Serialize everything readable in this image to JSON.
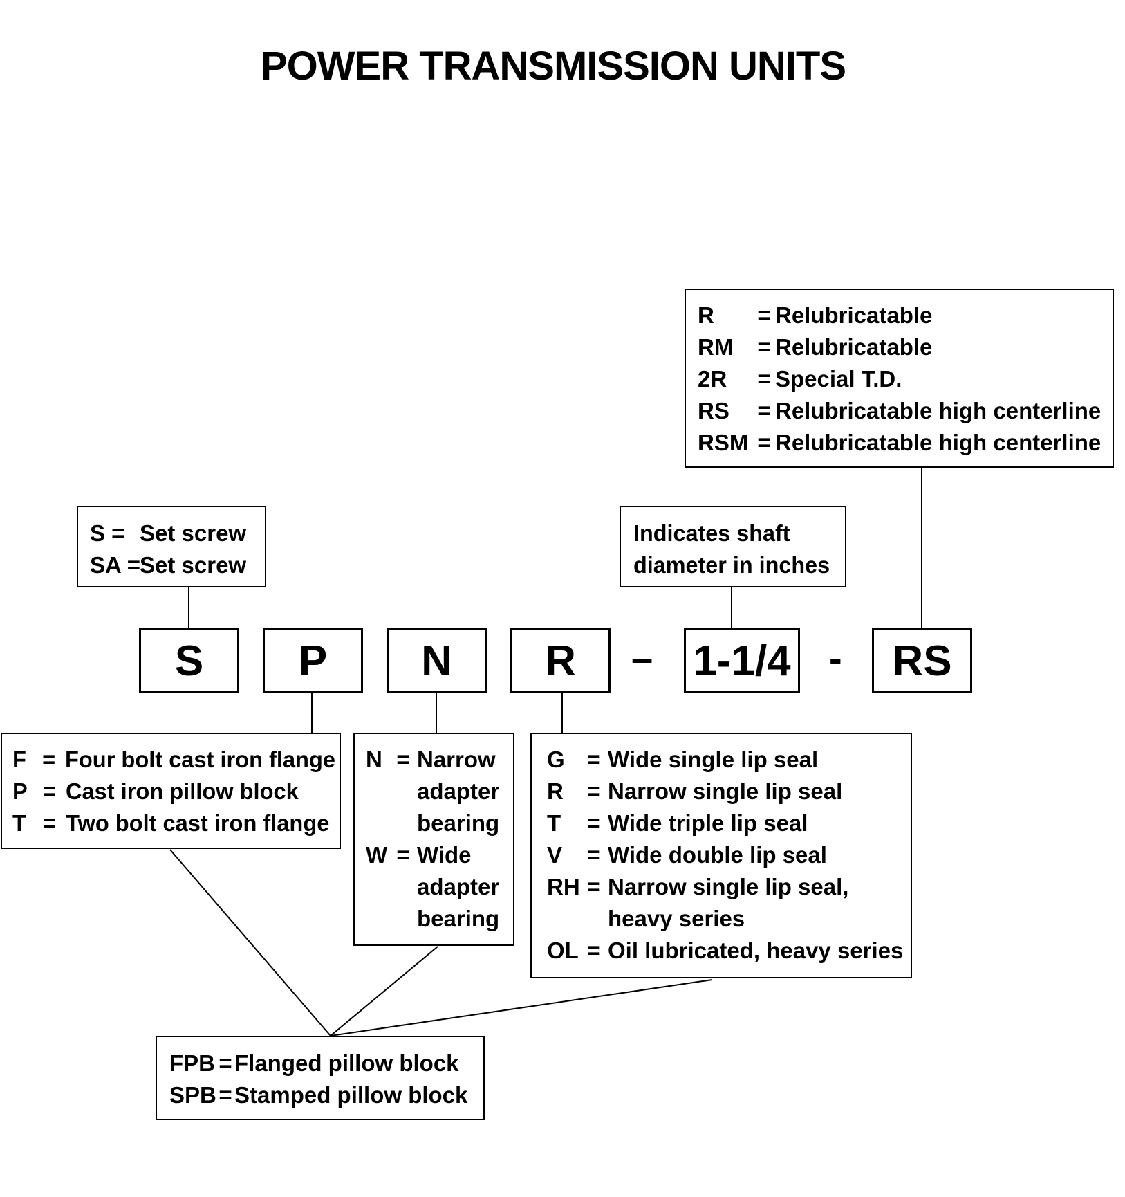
{
  "title": "POWER TRANSMISSION UNITS",
  "part_number": {
    "segments": [
      "S",
      "P",
      "N",
      "R",
      "1-1/4",
      "RS"
    ],
    "separators": [
      "–",
      "-"
    ]
  },
  "legends": {
    "lock": [
      {
        "code": "S =",
        "desc": "Set screw"
      },
      {
        "code": "SA =",
        "desc": "Set screw"
      }
    ],
    "shaft": [
      "Indicates shaft",
      "diameter in inches"
    ],
    "option": [
      {
        "code": "R",
        "eq": "=",
        "desc": "Relubricatable"
      },
      {
        "code": "RM",
        "eq": "=",
        "desc": "Relubricatable"
      },
      {
        "code": "2R",
        "eq": "=",
        "desc": "Special T.D."
      },
      {
        "code": "RS",
        "eq": "=",
        "desc": "Relubricatable high centerline"
      },
      {
        "code": "RSM",
        "eq": "=",
        "desc": "Relubricatable high centerline"
      }
    ],
    "housing": [
      {
        "code": "F",
        "eq": "=",
        "desc": "Four bolt cast iron flange"
      },
      {
        "code": "P",
        "eq": "=",
        "desc": "Cast iron pillow block"
      },
      {
        "code": "T",
        "eq": "=",
        "desc": "Two bolt cast iron flange"
      }
    ],
    "width": [
      {
        "code": "N",
        "eq": "=",
        "desc": "Narrow"
      },
      {
        "code": "",
        "eq": "",
        "desc": "adapter"
      },
      {
        "code": "",
        "eq": "",
        "desc": "bearing"
      },
      {
        "code": "W",
        "eq": "=",
        "desc": "Wide"
      },
      {
        "code": "",
        "eq": "",
        "desc": "adapter"
      },
      {
        "code": "",
        "eq": "",
        "desc": "bearing"
      }
    ],
    "seal": [
      {
        "code": "G",
        "eq": "=",
        "desc": "Wide single lip seal"
      },
      {
        "code": "R",
        "eq": "=",
        "desc": "Narrow single lip seal"
      },
      {
        "code": "T",
        "eq": "=",
        "desc": "Wide triple lip seal"
      },
      {
        "code": "V",
        "eq": "=",
        "desc": "Wide double lip seal"
      },
      {
        "code": "RH",
        "eq": "=",
        "desc": "Narrow single lip seal,"
      },
      {
        "code": "",
        "eq": "",
        "desc": "heavy series"
      },
      {
        "code": "OL",
        "eq": "=",
        "desc": "Oil lubricated, heavy series"
      }
    ],
    "stamped": [
      {
        "code": "FPB",
        "eq": "=",
        "desc": "Flanged pillow block"
      },
      {
        "code": "SPB",
        "eq": "=",
        "desc": "Stamped pillow block"
      }
    ]
  }
}
